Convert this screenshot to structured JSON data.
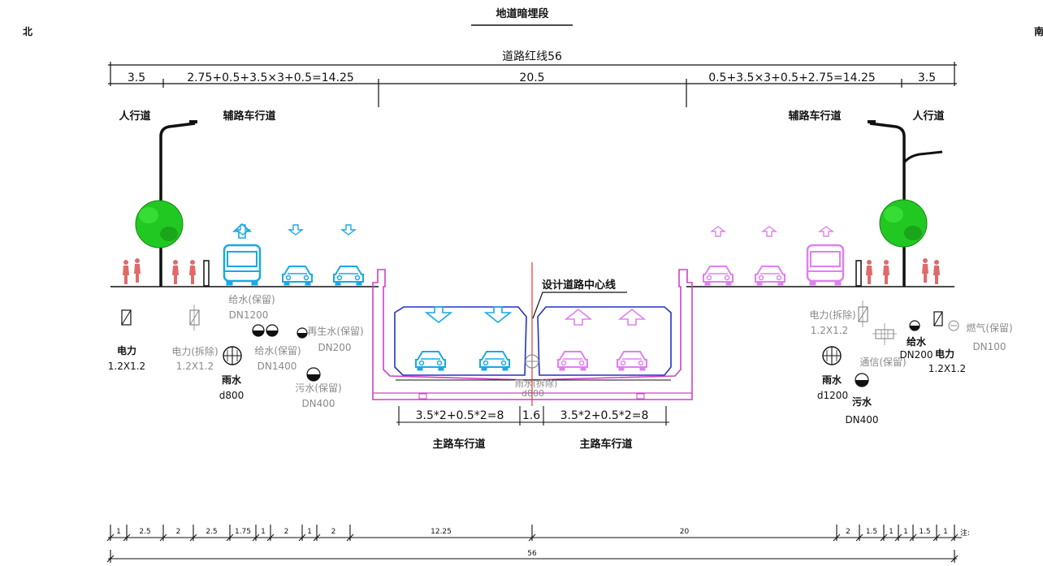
{
  "title": "地道暗埋段",
  "north": "北",
  "south": "南",
  "red_line": "道路红线56",
  "top_dims": [
    "3.5",
    "2.75+0.5+3.5×3+0.5=14.25",
    "20.5",
    "0.5+3.5×3+0.5+2.75=14.25",
    "3.5"
  ],
  "zones": {
    "sidewalk_left": "人行道",
    "aux_left": "辅路车行道",
    "aux_right": "辅路车行道",
    "sidewalk_right": "人行道"
  },
  "centerline": "设计道路中心线",
  "tunnel_dims": [
    "3.5*2+0.5*2=8",
    "1.6",
    "3.5*2+0.5*2=8"
  ],
  "main_labels": [
    "主路车行道",
    "主路车行道"
  ],
  "utilities": {
    "power_l1": [
      "电力",
      "1.2X1.2"
    ],
    "power_l2": [
      "电力(拆除)",
      "1.2X1.2"
    ],
    "water_l": [
      "给水(保留)",
      "DN1200"
    ],
    "water2_l": [
      "给水(保留)",
      "DN1400"
    ],
    "rain_l": [
      "雨水",
      "d800"
    ],
    "reclaim_l": [
      "再生水(保留)",
      "DN200"
    ],
    "sewage_l": [
      "污水(保留)",
      "DN400"
    ],
    "rain_mid": [
      "雨水(拆除)",
      "d800"
    ],
    "power_r1": [
      "电力(拆除)",
      "1.2X1.2"
    ],
    "water_r": [
      "给水",
      "DN200"
    ],
    "power_r2": [
      "电力",
      "1.2X1.2"
    ],
    "gas_r": [
      "燃气(保留)",
      "DN100"
    ],
    "rain_r": [
      "雨水",
      "d1200"
    ],
    "telecom_r": [
      "通信(保留)"
    ],
    "sewage_r": [
      "污水",
      "DN400"
    ]
  },
  "bottom_dims": [
    "1",
    "2.5",
    "2",
    "2.5",
    "1.75",
    "1",
    "2",
    "1",
    "2",
    "12.25",
    "20",
    "2",
    "1.5",
    "1",
    "1",
    "1.5",
    "1"
  ],
  "bottom_suffix": "注:",
  "total": "56",
  "colors": {
    "line": "#111111",
    "gray": "#8a8a8a",
    "cyan": "#19a9e6",
    "magenta": "#e080f0",
    "structure": "#d040c8",
    "tunnel_blue": "#2232c8",
    "red": "#e53935",
    "tree": "#22c822",
    "person": "#e06a6a"
  }
}
